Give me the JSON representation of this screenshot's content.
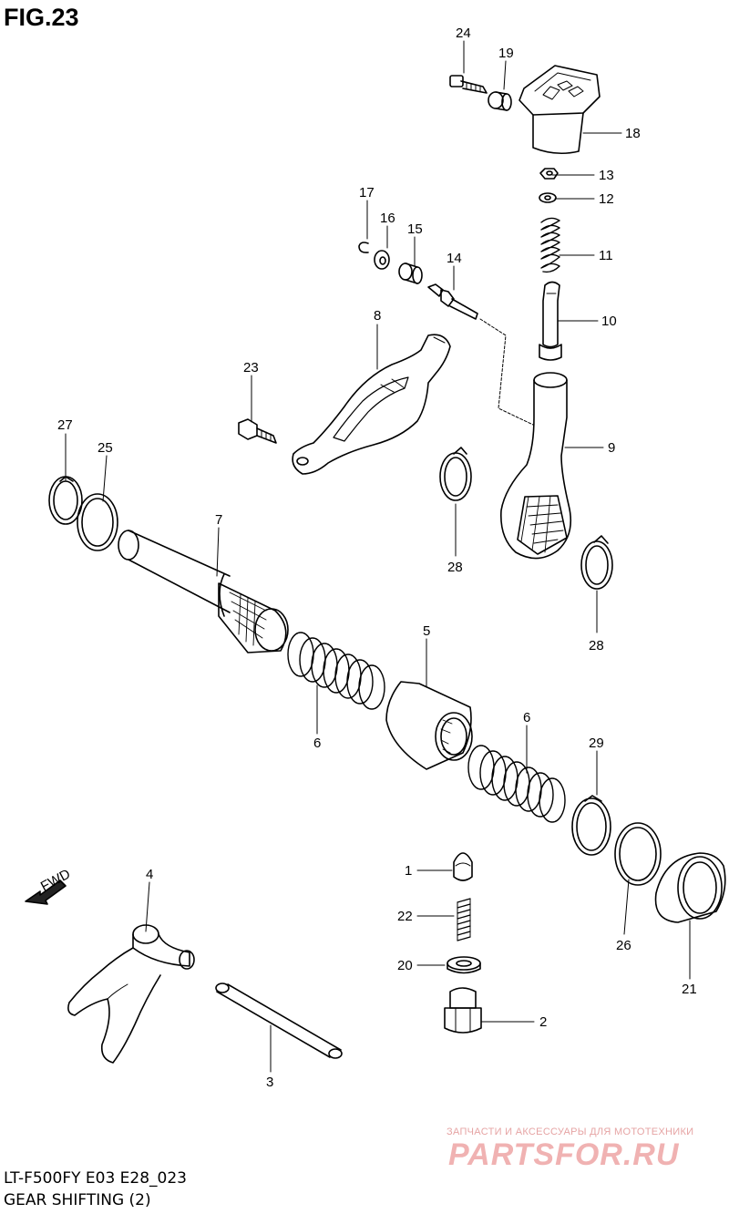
{
  "figure": {
    "title": "FIG.23",
    "model_code": "LT-F500FY E03 E28_023",
    "section": "GEAR SHIFTING (2)"
  },
  "direction_label": "FWD",
  "watermark": {
    "tagline": "ЗАПЧАСТИ И АКСЕССУАРЫ ДЛЯ МОТОТЕХНИКИ",
    "brand": "PARTSFOR.RU"
  },
  "callouts": [
    "24",
    "19",
    "18",
    "13",
    "12",
    "17",
    "16",
    "15",
    "14",
    "11",
    "10",
    "8",
    "23",
    "9",
    "27",
    "25",
    "7",
    "28",
    "28",
    "5",
    "6",
    "6",
    "29",
    "1",
    "22",
    "20",
    "2",
    "4",
    "3",
    "26",
    "21"
  ]
}
